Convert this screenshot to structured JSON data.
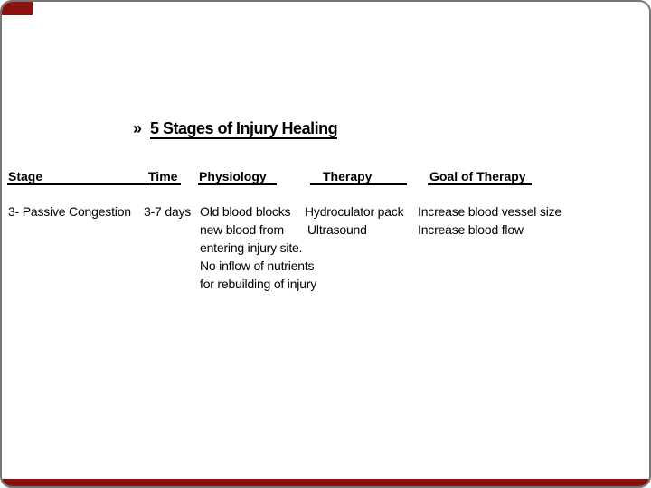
{
  "slide": {
    "colors": {
      "accent": "#8a130d",
      "frame": "#757575"
    },
    "title": {
      "bullet": "»",
      "text": "5 Stages of Injury Healing"
    },
    "table": {
      "headers": [
        {
          "label": "Stage"
        },
        {
          "label": "Time"
        },
        {
          "label": "Physiology"
        },
        {
          "label": "Therapy"
        },
        {
          "label": "Goal of Therapy"
        }
      ],
      "row": {
        "stage": "3- Passive Congestion",
        "time": "3-7 days",
        "physiology_lines": [
          "Old blood blocks",
          "new blood from",
          "entering injury site.",
          "No inflow of nutrients",
          "for rebuilding of injury"
        ],
        "therapy_lines": [
          "Hydroculator pack",
          "Ultrasound"
        ],
        "goal_lines": [
          "Increase blood vessel size",
          "Increase blood flow"
        ]
      }
    }
  }
}
